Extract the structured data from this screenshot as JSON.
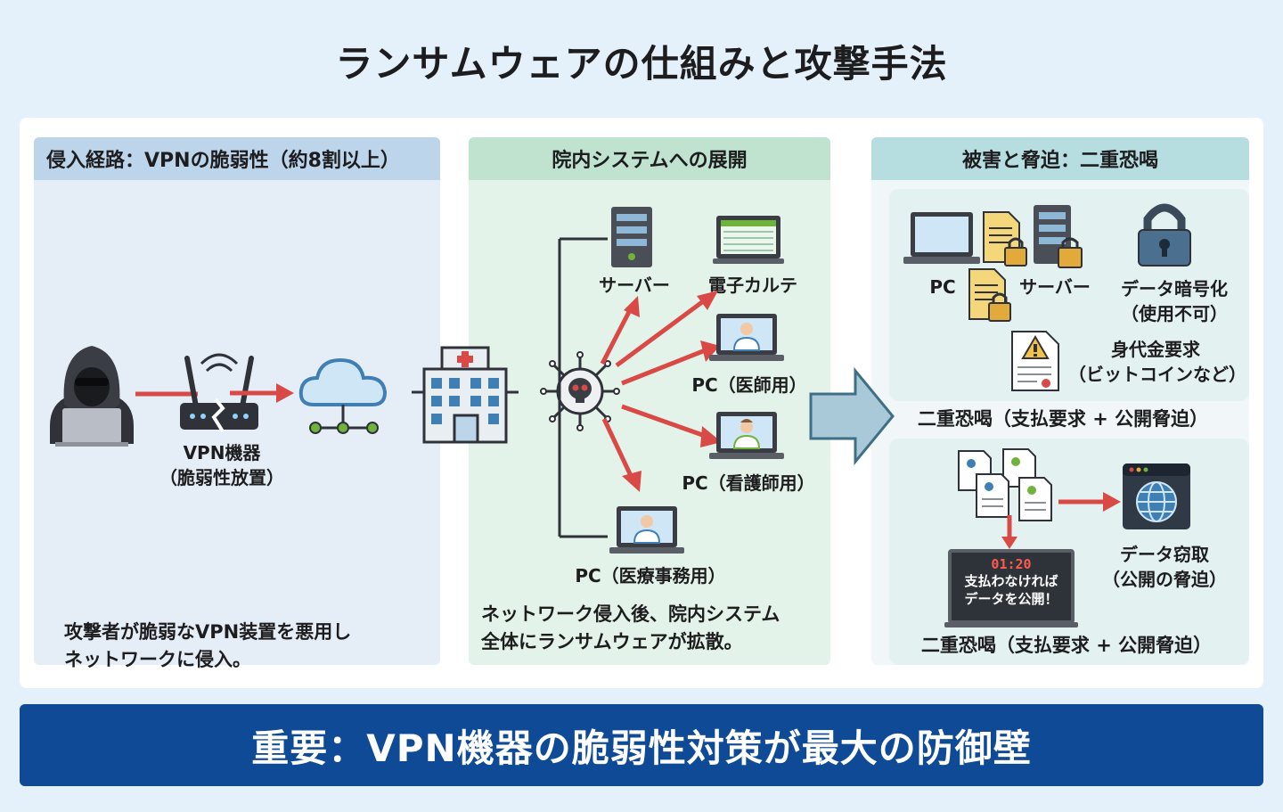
{
  "title": "ランサムウェアの仕組みと攻撃手法",
  "panels": {
    "entry": {
      "header": "侵入経路：VPNの脆弱性（約8割以上）",
      "vpn_label": "VPN機器",
      "vpn_sublabel": "（脆弱性放置）",
      "description_1": "攻撃者が脆弱なVPN装置を悪用し",
      "description_2": "ネットワークに侵入。"
    },
    "spread": {
      "header": "院内システムへの展開",
      "server_label": "サーバー",
      "emr_label": "電子カルテ",
      "pc_doctor_label": "PC（医師用）",
      "pc_nurse_label": "PC（看護師用）",
      "pc_admin_label": "PC（医療事務用）",
      "description_1": "ネットワーク侵入後、院内システム",
      "description_2": "全体にランサムウェアが拡散。"
    },
    "damage": {
      "header": "被害と脅迫：二重恐喝",
      "pc_label": "PC",
      "server_label": "サーバー",
      "encrypt_label_1": "データ暗号化",
      "encrypt_label_2": "（使用不可）",
      "ransom_label_1": "身代金要求",
      "ransom_label_2": "（ビットコインなど）",
      "caption_top": "二重恐喝（支払要求 + 公開脅迫）",
      "theft_label_1": "データ窃取",
      "theft_label_2": "（公開の脅迫）",
      "screen_timer": "01:20",
      "screen_msg_1": "支払わなければ",
      "screen_msg_2": "データを公開！",
      "caption_bottom": "二重恐喝（支払要求 + 公開脅迫）"
    }
  },
  "banner": "重要：VPN機器の脆弱性対策が最大の防御壁",
  "colors": {
    "entry_header": "#bcd5ea",
    "entry_body": "#e5eef6",
    "spread_header": "#bfe3cf",
    "spread_body": "#e4f3ea",
    "damage_header": "#b6dde0",
    "damage_body": "#e3f1f1",
    "arrow_red": "#d94a46",
    "banner": "#0f4a97"
  }
}
